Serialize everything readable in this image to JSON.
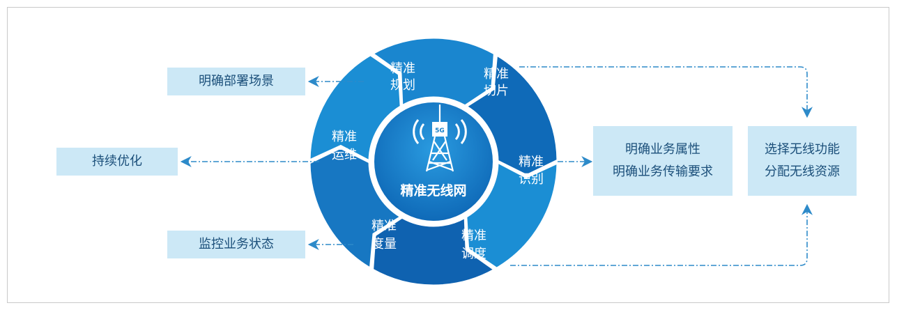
{
  "center": {
    "label": "精准无线网",
    "badge": "5G"
  },
  "segments": [
    {
      "line1": "精准",
      "line2": "规划"
    },
    {
      "line1": "精准",
      "line2": "切片"
    },
    {
      "line1": "精准",
      "line2": "识别"
    },
    {
      "line1": "精准",
      "line2": "调度"
    },
    {
      "line1": "精准",
      "line2": "度量"
    },
    {
      "line1": "精准",
      "line2": "运维"
    }
  ],
  "left_boxes": {
    "deploy": "明确部署场景",
    "optimize": "持续优化",
    "monitor": "监控业务状态"
  },
  "right_boxes": {
    "business": [
      "明确业务属性",
      "明确业务传输要求"
    ],
    "resource": [
      "选择无线功能",
      "分配无线资源"
    ]
  },
  "colors": {
    "segment_dark": "#0f62b0",
    "segment_light": "#2aa0de",
    "center": "#1780c8",
    "box_bg": "#cce8f6",
    "box_text": "#1b4f7a",
    "arrow": "#2d8ac9"
  }
}
